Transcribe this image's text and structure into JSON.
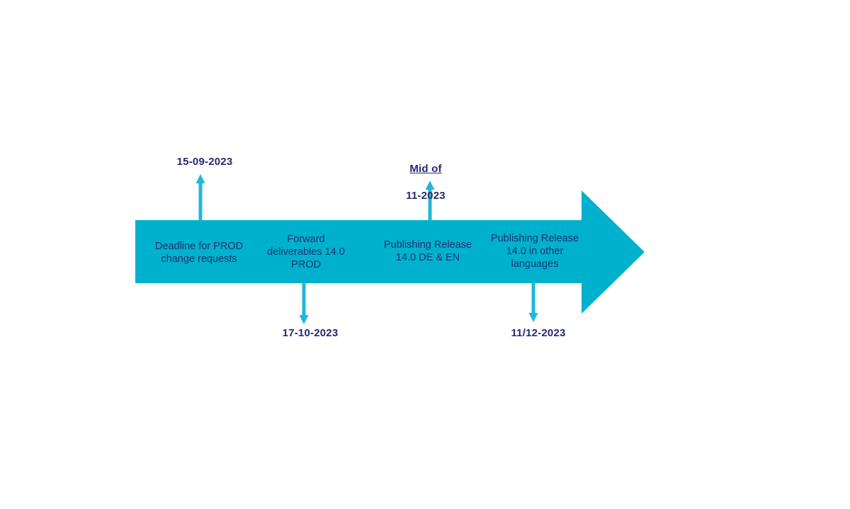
{
  "background_color": "#ffffff",
  "colors": {
    "arrow_body": "#00b1cd",
    "connector": "#1fb8d9",
    "date_text": "#232a72",
    "milestone_text": "#1e3176"
  },
  "timeline": {
    "milestones": [
      {
        "label": "Deadline for PROD\nchange requests"
      },
      {
        "label": "Forward\ndeliverables 14.0\nPROD"
      },
      {
        "label": "Publishing Release\n14.0 DE & EN"
      },
      {
        "label": "Publishing Release\n14.0 in other\nlanguages"
      }
    ],
    "dates": [
      {
        "label": "15-09-2023",
        "placement": "above"
      },
      {
        "label": "17-10-2023",
        "placement": "below"
      },
      {
        "label": "Mid of",
        "label2": "11-2023",
        "label_underlined": "Mid of",
        "placement": "above"
      },
      {
        "label": "11/12-2023",
        "placement": "below"
      }
    ]
  }
}
